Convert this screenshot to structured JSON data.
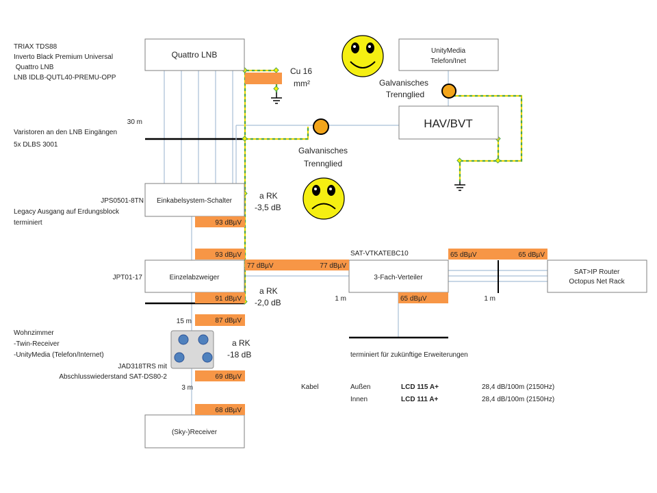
{
  "lnb": {
    "box_label": "Quattro LNB",
    "desc": [
      "TRIAX TDS88",
      "Inverto Black Premium Universal",
      " Quattro LNB",
      "LNB IDLB-QUTL40-PREMU-OPP"
    ]
  },
  "cu_label": [
    "Cu 16",
    "mm²"
  ],
  "unitymedia_box": [
    "UnityMedia",
    "Telefon/Inet"
  ],
  "trennglied_top": [
    "Galvanisches",
    "Trennglied"
  ],
  "hav_box": "HAV/BVT",
  "trennglied_mid": [
    "Galvanisches",
    "Trennglied"
  ],
  "varistor": {
    "length": "30 m",
    "desc": [
      "Varistoren an den LNB Eingängen",
      "5x DLBS 3001"
    ]
  },
  "switch": {
    "box_label": "Einkabelsystem-Schalter",
    "desc": [
      "JPS0501-8TN",
      "Legacy Ausgang auf Erdungsblock",
      "terminiert"
    ],
    "rk": [
      "a RK",
      "-3,5 dB"
    ]
  },
  "levels": {
    "switch_out": "93 dBµV",
    "tap_in": "93 dBµV",
    "tap_right": "77 dBµV",
    "splitter_in": "77 dBµV",
    "splitter_out1": "65 dBµV",
    "router_in": "65 dBµV",
    "tap_out": "91 dBµV",
    "splitter_down": "65 dBµV",
    "wall_in": "87 dBµV",
    "wall_out": "69 dBµV",
    "receiver_in": "68 dBµV"
  },
  "splitter_label": "SAT-VTKATEBC10",
  "tap": {
    "box_label": "Einzelabzweiger",
    "desc": "JPT01-17",
    "rk": [
      "a RK",
      "-2,0 dB"
    ]
  },
  "splitter_box": "3-Fach-Verteiler",
  "router_box": [
    "SAT>IP Router",
    "Octopus Net Rack"
  ],
  "len_1m_left": "1 m",
  "len_1m_right": "1 m",
  "len_15m": "15 m",
  "wall": {
    "desc": [
      "Wohnzimmer",
      "-Twin-Receiver",
      "-UnityMedia (Telefon/Internet)",
      "JAD318TRS mit",
      "Abschlusswiederstand SAT-DS80-2"
    ],
    "rk": [
      "a RK",
      "-18 dB"
    ]
  },
  "terminated_text": "terminiert für zukünftige Erweiterungen",
  "len_3m": "3 m",
  "cable": {
    "label": "Kabel",
    "rows": [
      {
        "where": "Außen",
        "type": "LCD 115 A+",
        "att": "28,4 dB/100m (2150Hz)"
      },
      {
        "where": "Innen",
        "type": "LCD 111 A+",
        "att": "28,4 dB/100m (2150Hz)"
      }
    ]
  },
  "receiver_box": "(Sky-)Receiver",
  "colors": {
    "level_fill": "#f79646",
    "ground_yellow": "#e6d600",
    "ground_green": "#4ca64c",
    "smiley": "#f5ef12",
    "trennglied": "#f3a51b",
    "coax": "#a8bfd6"
  }
}
